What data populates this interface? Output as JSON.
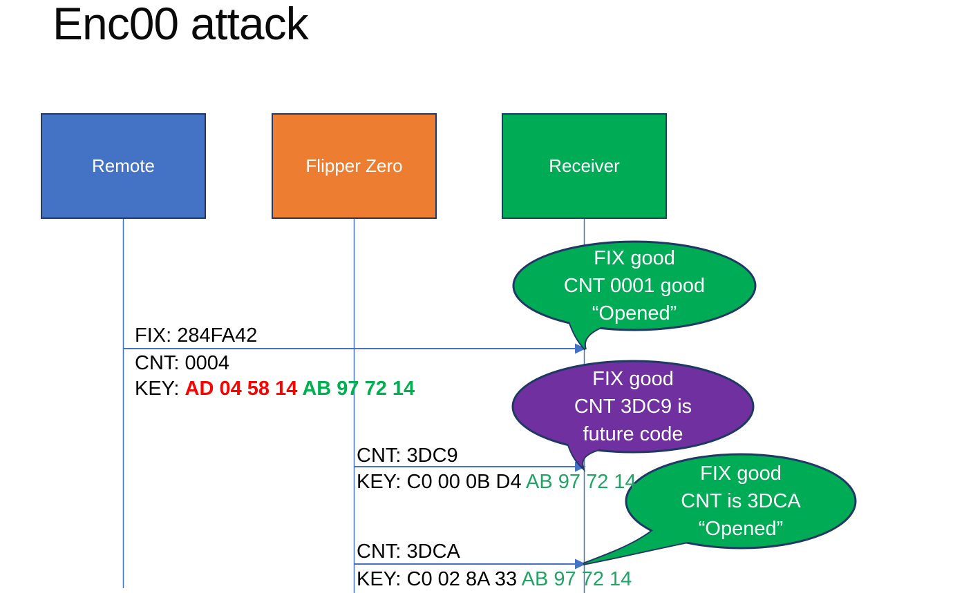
{
  "title": "Enc00 attack",
  "actors": [
    {
      "label": "Remote",
      "fill": "#4472C4"
    },
    {
      "label": "Flipper Zero",
      "fill": "#ED7D31"
    },
    {
      "label": "Receiver",
      "fill": "#00AB55"
    }
  ],
  "messages": [
    {
      "from": "Remote",
      "to": "Receiver",
      "above": "FIX: 284FA42",
      "line2": "CNT: 0004",
      "key_prefix": "KEY: ",
      "key_red": "AD 04 58 14 ",
      "key_green": "AB 97 72 14"
    },
    {
      "from": "Flipper Zero",
      "to": "Receiver",
      "above": "CNT: 3DC9",
      "key_prefix": "KEY: C0 00 0B D4 ",
      "key_green": "AB 97 72 14"
    },
    {
      "from": "Flipper Zero",
      "to": "Receiver",
      "above": "CNT: 3DCA",
      "key_prefix": "KEY: C0 02 8A 33 ",
      "key_green": "AB 97 72 14"
    }
  ],
  "bubbles": [
    {
      "fill": "#00AB55",
      "lines": [
        "FIX good",
        "CNT 0001 good",
        "“Opened”"
      ]
    },
    {
      "fill": "#7030A0",
      "lines": [
        "FIX good",
        "CNT 3DC9 is",
        "future code"
      ]
    },
    {
      "fill": "#00AB55",
      "lines": [
        "FIX good",
        "CNT is 3DCA",
        "“Opened”"
      ]
    }
  ],
  "colors": {
    "actor_blue": "#4472C4",
    "actor_orange": "#ED7D31",
    "actor_green": "#00AB55",
    "bubble_green": "#00AB55",
    "bubble_purple": "#7030A0",
    "outline_navy": "#1F3864",
    "arrow_blue": "#4472C4",
    "key_red": "#FF0000",
    "key_green_bold": "#00B050",
    "key_green": "#21A366"
  }
}
